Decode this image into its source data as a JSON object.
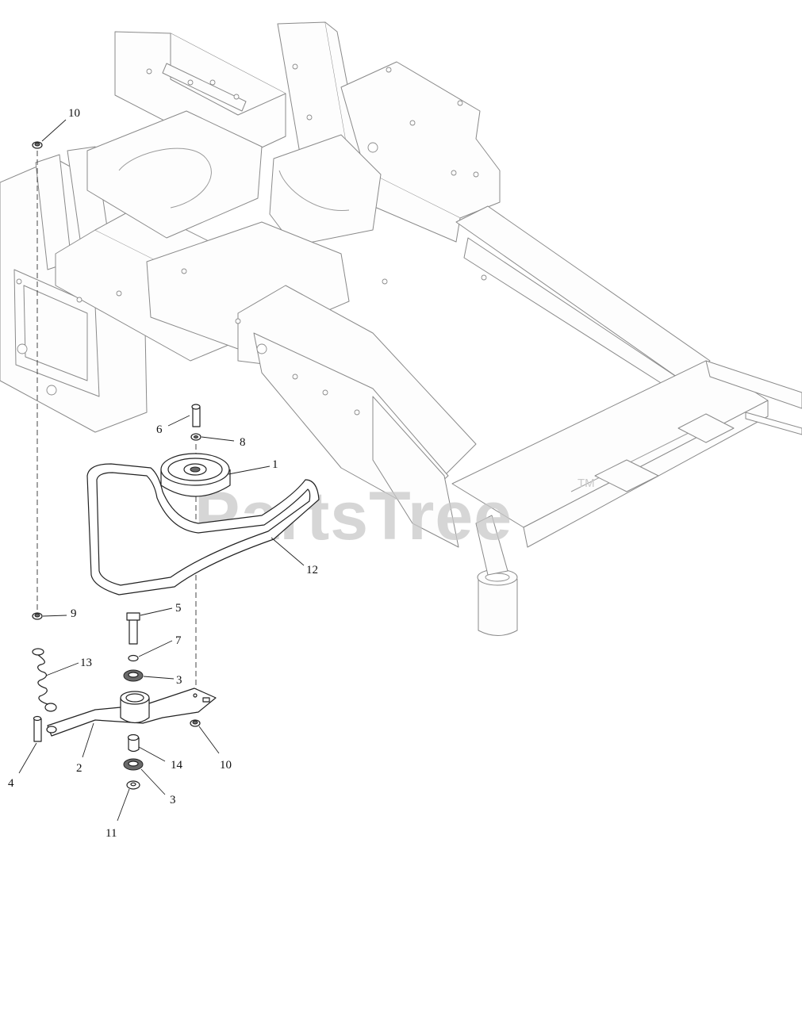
{
  "watermark": {
    "text": "PartsTree",
    "mark": "TM"
  },
  "callouts": {
    "c1": "1",
    "c2": "2",
    "c3a": "3",
    "c3b": "3",
    "c4": "4",
    "c5": "5",
    "c6": "6",
    "c7": "7",
    "c8": "8",
    "c9": "9",
    "c10a": "10",
    "c10b": "10",
    "c11": "11",
    "c12": "12",
    "c13": "13",
    "c14": "14"
  },
  "colors": {
    "frame": "#8a8a8a",
    "part": "#222222",
    "watermark": "#c9c9c9"
  }
}
